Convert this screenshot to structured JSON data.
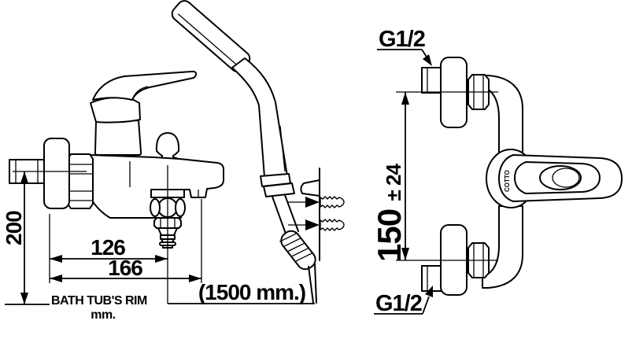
{
  "diagram": {
    "left_view": {
      "dim_height": "200",
      "dim_spout_center": "126",
      "dim_overall": "166",
      "rim_label": "BATH TUB'S RIM",
      "rim_unit": "mm.",
      "hose_length": "(1500 mm.)"
    },
    "right_view": {
      "thread_top": "G1/2",
      "thread_bottom": "G1/2",
      "dim_center_distance": "150",
      "dim_tolerance": "± 24",
      "brand": "COTTO"
    },
    "colors": {
      "ink": "#000000",
      "paper": "#ffffff"
    }
  }
}
